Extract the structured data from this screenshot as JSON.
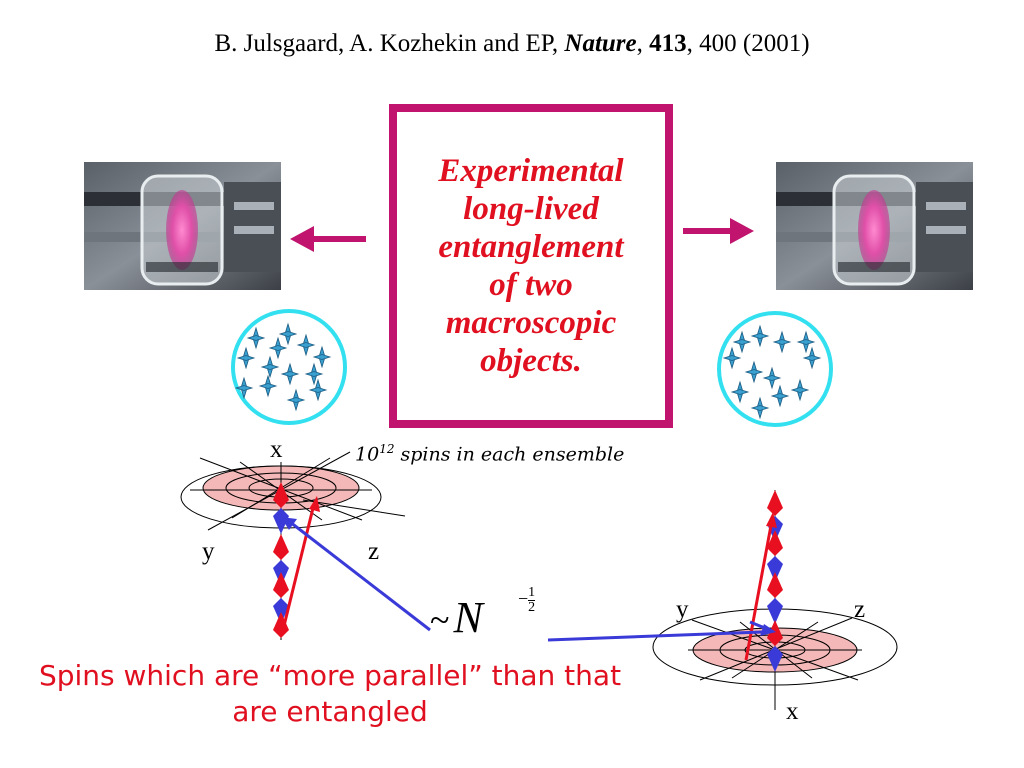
{
  "citation": {
    "authors": "B. Julsgaard, A. Kozhekin and EP, ",
    "journal": "Nature",
    "sep1": ", ",
    "volume": "413",
    "rest": ", 400 (2001)"
  },
  "title_lines": [
    "Experimental",
    "long-lived",
    "entanglement",
    "of two",
    "macroscopic",
    "objects."
  ],
  "ensemble_label": {
    "prefix": "10",
    "exponent": "12",
    "suffix": " spins in each  ensemble"
  },
  "left_axes": {
    "x": "x",
    "y": "y",
    "z": "z"
  },
  "right_axes": {
    "x": "x",
    "y": "y",
    "z": "z"
  },
  "formula": {
    "tilde": "~",
    "symbol": "N",
    "exponent": "−",
    "frac_num": "1",
    "frac_den": "2"
  },
  "bottom_note": [
    "Spins which are “more parallel” than that",
    "are entangled"
  ],
  "colors": {
    "box_border": "#c0146e",
    "title_text": "#e01020",
    "arrow": "#c0146e",
    "circle": "#33e0f0",
    "spin_red": "#e81020",
    "spin_blue": "#3a3ad8",
    "disk": "#f4b8b8"
  }
}
